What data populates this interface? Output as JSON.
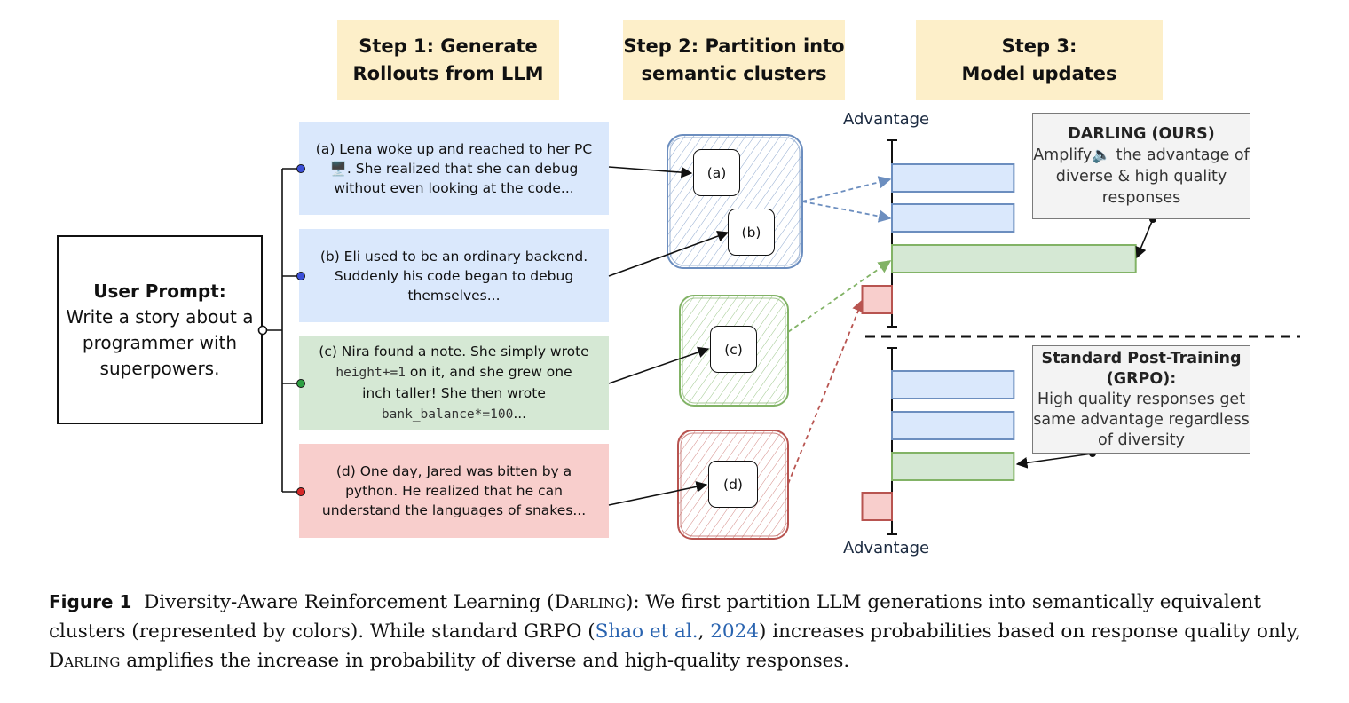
{
  "steps": [
    {
      "line1": "Step 1: Generate",
      "line2": "Rollouts from LLM"
    },
    {
      "line1": "Step 2: Partition into",
      "line2": "semantic clusters"
    },
    {
      "line1": "Step 3:",
      "line2": "Model updates"
    }
  ],
  "prompt": {
    "label": "User Prompt:",
    "text": "Write a story about a programmer with superpowers."
  },
  "rollouts": {
    "a": {
      "line1": "(a) Lena woke up and reached to her PC",
      "line2": ". She realized that she can debug",
      "line3": "without even looking at the code..."
    },
    "b": {
      "text": "(b) Eli used to be an ordinary backend. Suddenly his code began to debug themselves..."
    },
    "c": {
      "line1": "(c) Nira found a note. She simply wrote",
      "code1": "height+=1",
      "line2": " on it, and she grew one",
      "line3": "inch taller! She then wrote",
      "code2": "bank_balance*=100",
      "ellipsis": "..."
    },
    "d": {
      "text": "(d) One day, Jared was bitten by a python. He realized that he can understand the languages of snakes..."
    }
  },
  "cluster_tags": {
    "a": "(a)",
    "b": "(b)",
    "c": "(c)",
    "d": "(d)"
  },
  "axis_label_top": "Advantage",
  "axis_label_bottom": "Advantage",
  "darling_note": {
    "title": "DARLING (OURS)",
    "line1": "Amplify",
    "line1b": " the advantage of",
    "line2": "diverse & high quality",
    "line3": "responses"
  },
  "grpo_note": {
    "title1": "Standard Post-Training",
    "title2": "(GRPO):",
    "line1": "High quality responses get",
    "line2": "same advantage regardless",
    "line3": "of diversity"
  },
  "chart_data": [
    {
      "type": "bar",
      "orientation": "horizontal",
      "categories": [
        "a",
        "b",
        "c",
        "d"
      ],
      "values": [
        4.1,
        4.1,
        8.2,
        -1.0
      ],
      "ylabel": "Advantage",
      "colors": [
        "#dae8fc",
        "#dae8fc",
        "#d5e8d4",
        "#f8cecc"
      ]
    },
    {
      "type": "bar",
      "orientation": "horizontal",
      "categories": [
        "a",
        "b",
        "c",
        "d"
      ],
      "values": [
        4.1,
        4.1,
        4.1,
        -1.0
      ],
      "ylabel": "Advantage",
      "colors": [
        "#dae8fc",
        "#dae8fc",
        "#d5e8d4",
        "#f8cecc"
      ]
    }
  ],
  "colors": {
    "blue_fill": "#dae8fc",
    "blue_stroke": "#6c8ebf",
    "green_fill": "#d5e8d4",
    "green_stroke": "#82b366",
    "red_fill": "#f8cecc",
    "red_stroke": "#b85450",
    "step_fill": "#fdefc9"
  },
  "icons": {
    "pc": "desktop-computer-icon",
    "speaker": "speaker-icon"
  },
  "caption": {
    "fig_label": "Figure 1",
    "part1": "Diversity-Aware Reinforcement Learning (",
    "darling1": "Darling",
    "part2": "): We first partition LLM generations into semantically equivalent clusters (represented by colors). While standard GRPO (",
    "cite_authors": "Shao et al.",
    "cite_sep": ", ",
    "cite_year": "2024",
    "part3": ") increases probabilities based on response quality only, ",
    "darling2": "Darling",
    "part4": " amplifies the increase in probability of diverse and high-quality responses."
  }
}
